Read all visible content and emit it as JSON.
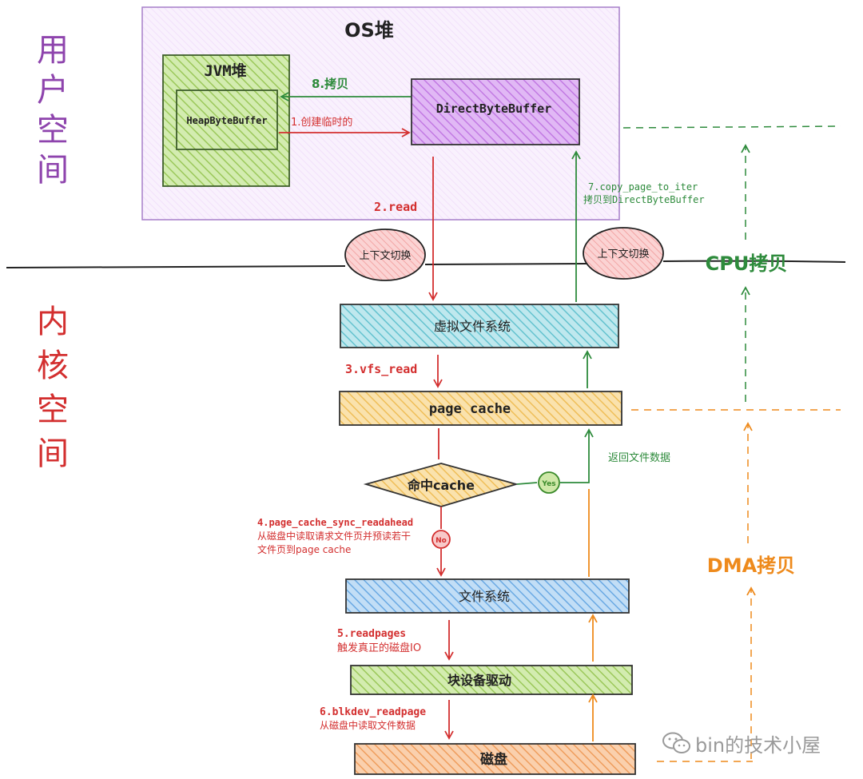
{
  "regions": {
    "user_space": [
      "用",
      "户",
      "空",
      "间"
    ],
    "kernel_space": [
      "内",
      "核",
      "空",
      "间"
    ]
  },
  "nodes": {
    "os_heap": "OS堆",
    "jvm_heap": "JVM堆",
    "heap_byte_buffer": "HeapByteBuffer",
    "direct_byte_buffer": "DirectByteBuffer",
    "vfs": "虚拟文件系统",
    "page_cache": "page cache",
    "hit_cache": "命中cache",
    "file_system": "文件系统",
    "block_driver": "块设备驱动",
    "disk": "磁盘"
  },
  "context_switch": [
    "上下文切换",
    "上下文切换"
  ],
  "badges": {
    "yes": "Yes",
    "no": "No"
  },
  "steps": {
    "s1": "1.创建临时的",
    "s2": "2.read",
    "s3": "3.vfs_read",
    "s4": [
      "4.page_cache_sync_readahead",
      "从磁盘中读取请求文件页并预读若干",
      "文件页到page cache"
    ],
    "s5": [
      "5.readpages",
      "触发真正的磁盘IO"
    ],
    "s6": [
      "6.blkdev_readpage",
      "从磁盘中读取文件数据"
    ],
    "s7": [
      "7.copy_page_to_iter",
      "拷贝到DirectByteBuffer"
    ],
    "s8": "8.拷贝",
    "return_data": "返回文件数据"
  },
  "copy_labels": {
    "cpu": "CPU拷贝",
    "dma": "DMA拷贝"
  },
  "watermark": "bin的技术小屋",
  "colors": {
    "purple": "#8e44ad",
    "red": "#d32f2f",
    "green": "#2e8b3c",
    "orange": "#ee8a1c",
    "hatch_purple": "#cf8cf0",
    "hatch_green": "#a6cf5f",
    "hatch_cyan": "#6ec9d4",
    "hatch_yellow": "#f1c66a",
    "hatch_blue": "#6fb0e6",
    "hatch_orange": "#f0a060"
  }
}
